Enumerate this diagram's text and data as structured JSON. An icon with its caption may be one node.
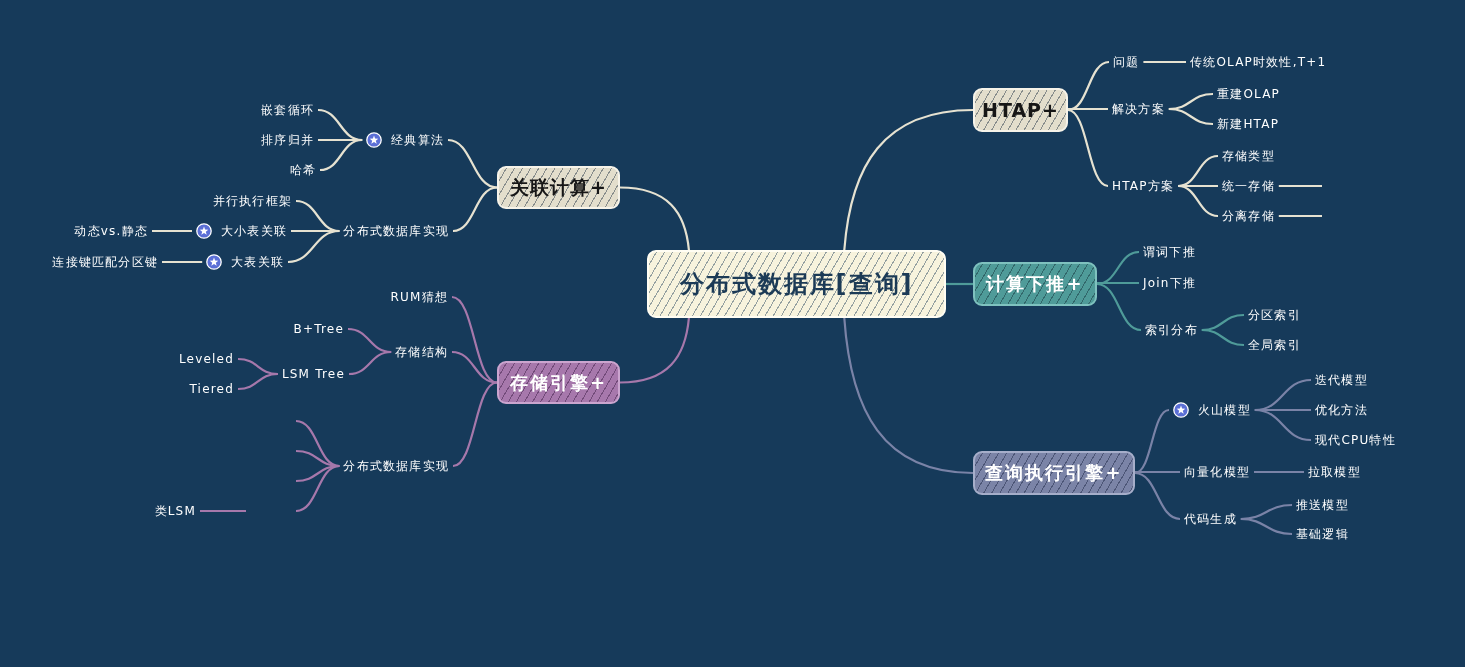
{
  "diagram": {
    "nodes": [
      {
        "text": [
          "分布式数据库[查询]"
        ]
      },
      {
        "text": [
          "HTAP+"
        ]
      },
      {
        "text": [
          "问题"
        ]
      },
      {
        "text": [
          "传统OLAP时效性,T+1"
        ]
      },
      {
        "text": [
          "解决方案"
        ]
      },
      {
        "text": [
          "重建OLAP"
        ]
      },
      {
        "text": [
          "新建HTAP"
        ]
      },
      {
        "text": [
          "HTAP方案"
        ]
      },
      {
        "text": [
          "存储类型"
        ]
      },
      {
        "text": [
          "统一存储"
        ]
      },
      {
        "text": [
          "分离存储"
        ]
      },
      {
        "text": [
          "计算下推+"
        ]
      },
      {
        "text": [
          "谓词下推"
        ]
      },
      {
        "text": [
          "Join下推"
        ]
      },
      {
        "text": [
          "索引分布"
        ]
      },
      {
        "text": [
          "分区索引"
        ]
      },
      {
        "text": [
          "全局索引"
        ]
      },
      {
        "text": [
          "查询执行引擎+"
        ]
      },
      {
        "text": [
          "火山模型"
        ]
      },
      {
        "text": [
          "迭代模型"
        ]
      },
      {
        "text": [
          "优化方法"
        ]
      },
      {
        "text": [
          "现代CPU特性"
        ]
      },
      {
        "text": [
          "向量化模型"
        ]
      },
      {
        "text": [
          "拉取模型"
        ]
      },
      {
        "text": [
          "代码生成"
        ]
      },
      {
        "text": [
          "推送模型"
        ]
      },
      {
        "text": [
          "基础逻辑"
        ]
      },
      {
        "text": [
          "关联计算+"
        ]
      },
      {
        "text": [
          "经典算法"
        ]
      },
      {
        "text": [
          "嵌套循环"
        ]
      },
      {
        "text": [
          "排序归并"
        ]
      },
      {
        "text": [
          "哈希"
        ]
      },
      {
        "text": [
          "分布式数据库实现"
        ]
      },
      {
        "text": [
          "并行执行框架"
        ]
      },
      {
        "text": [
          "大小表关联"
        ]
      },
      {
        "text": [
          "动态vs.静态"
        ]
      },
      {
        "text": [
          "大表关联"
        ]
      },
      {
        "text": [
          "连接键匹配分区键"
        ]
      },
      {
        "text": [
          "存储引擎+"
        ]
      },
      {
        "text": [
          "RUM猜想"
        ]
      },
      {
        "text": [
          "存储结构"
        ]
      },
      {
        "text": [
          "B+Tree"
        ]
      },
      {
        "text": [
          "LSM Tree"
        ]
      },
      {
        "text": [
          "Leveled"
        ]
      },
      {
        "text": [
          "Tiered"
        ]
      },
      {
        "text": [
          "分布式数据库实现"
        ]
      },
      {
        "text": [
          "类LSM"
        ]
      }
    ],
    "edges": [
      {
        "from": 0,
        "to": 1,
        "arrow": "none"
      },
      {
        "from": 1,
        "to": 2,
        "arrow": "none"
      },
      {
        "from": 2,
        "to": 3,
        "arrow": "none"
      },
      {
        "from": 1,
        "to": 4,
        "arrow": "none"
      },
      {
        "from": 4,
        "to": 5,
        "arrow": "none"
      },
      {
        "from": 4,
        "to": 6,
        "arrow": "none"
      },
      {
        "from": 1,
        "to": 7,
        "arrow": "none"
      },
      {
        "from": 7,
        "to": 8,
        "arrow": "none"
      },
      {
        "from": 7,
        "to": 9,
        "arrow": "none"
      },
      {
        "from": 9,
        "to": null,
        "arrow": "none"
      },
      {
        "from": 7,
        "to": 10,
        "arrow": "none"
      },
      {
        "from": 10,
        "to": null,
        "arrow": "none"
      },
      {
        "from": 0,
        "to": 11,
        "arrow": "none",
        "color": "#4f9b99"
      },
      {
        "from": 11,
        "to": 12,
        "arrow": "none",
        "color": "#4f9b99"
      },
      {
        "from": 11,
        "to": 13,
        "arrow": "none",
        "color": "#4f9b99"
      },
      {
        "from": 11,
        "to": 14,
        "arrow": "none",
        "color": "#4f9b99"
      },
      {
        "from": 14,
        "to": 15,
        "arrow": "none",
        "color": "#4f9b99"
      },
      {
        "from": 14,
        "to": 16,
        "arrow": "none",
        "color": "#4f9b99"
      },
      {
        "from": 0,
        "to": 17,
        "arrow": "none",
        "color": "#7a83a7"
      },
      {
        "from": 17,
        "to": 18,
        "arrow": "none",
        "color": "#7a83a7"
      },
      {
        "from": 18,
        "to": 19,
        "arrow": "none",
        "color": "#7a83a7"
      },
      {
        "from": 18,
        "to": 20,
        "arrow": "none",
        "color": "#7a83a7"
      },
      {
        "from": 18,
        "to": 21,
        "arrow": "none",
        "color": "#7a83a7"
      },
      {
        "from": 17,
        "to": 22,
        "arrow": "none",
        "color": "#7a83a7"
      },
      {
        "from": 22,
        "to": 23,
        "arrow": "none",
        "color": "#7a83a7"
      },
      {
        "from": 17,
        "to": 24,
        "arrow": "none",
        "color": "#7a83a7"
      },
      {
        "from": 24,
        "to": 25,
        "arrow": "none",
        "color": "#7a83a7"
      },
      {
        "from": 24,
        "to": 26,
        "arrow": "none",
        "color": "#7a83a7"
      },
      {
        "from": 0,
        "to": 27,
        "arrow": "none"
      },
      {
        "from": 27,
        "to": 28,
        "arrow": "none"
      },
      {
        "from": 28,
        "to": 29,
        "arrow": "none"
      },
      {
        "from": 28,
        "to": 30,
        "arrow": "none"
      },
      {
        "from": 28,
        "to": 31,
        "arrow": "none"
      },
      {
        "from": 27,
        "to": 32,
        "arrow": "none"
      },
      {
        "from": 32,
        "to": 33,
        "arrow": "none"
      },
      {
        "from": 32,
        "to": 34,
        "arrow": "none"
      },
      {
        "from": 34,
        "to": 35,
        "arrow": "none"
      },
      {
        "from": 32,
        "to": 36,
        "arrow": "none"
      },
      {
        "from": 36,
        "to": 37,
        "arrow": "none"
      },
      {
        "from": 0,
        "to": 38,
        "arrow": "none",
        "color": "#a678ab"
      },
      {
        "from": 38,
        "to": 39,
        "arrow": "none",
        "color": "#a678ab"
      },
      {
        "from": 38,
        "to": 40,
        "arrow": "none",
        "color": "#a678ab"
      },
      {
        "from": 40,
        "to": 41,
        "arrow": "none",
        "color": "#a678ab"
      },
      {
        "from": 40,
        "to": 42,
        "arrow": "none",
        "color": "#a678ab"
      },
      {
        "from": 42,
        "to": 43,
        "arrow": "none",
        "color": "#a678ab"
      },
      {
        "from": 42,
        "to": 44,
        "arrow": "none",
        "color": "#a678ab"
      },
      {
        "from": 38,
        "to": 45,
        "arrow": "none",
        "color": "#a678ab"
      },
      {
        "from": 45,
        "to": null,
        "arrow": "none",
        "color": "#a678ab"
      },
      {
        "from": 45,
        "to": null,
        "arrow": "none",
        "color": "#a678ab"
      },
      {
        "from": 45,
        "to": null,
        "arrow": "none",
        "color": "#a678ab"
      },
      {
        "from": 45,
        "to": null,
        "arrow": "none",
        "color": "#a678ab"
      },
      {
        "from": null,
        "to": 46,
        "arrow": "none",
        "color": "#a678ab"
      }
    ]
  }
}
